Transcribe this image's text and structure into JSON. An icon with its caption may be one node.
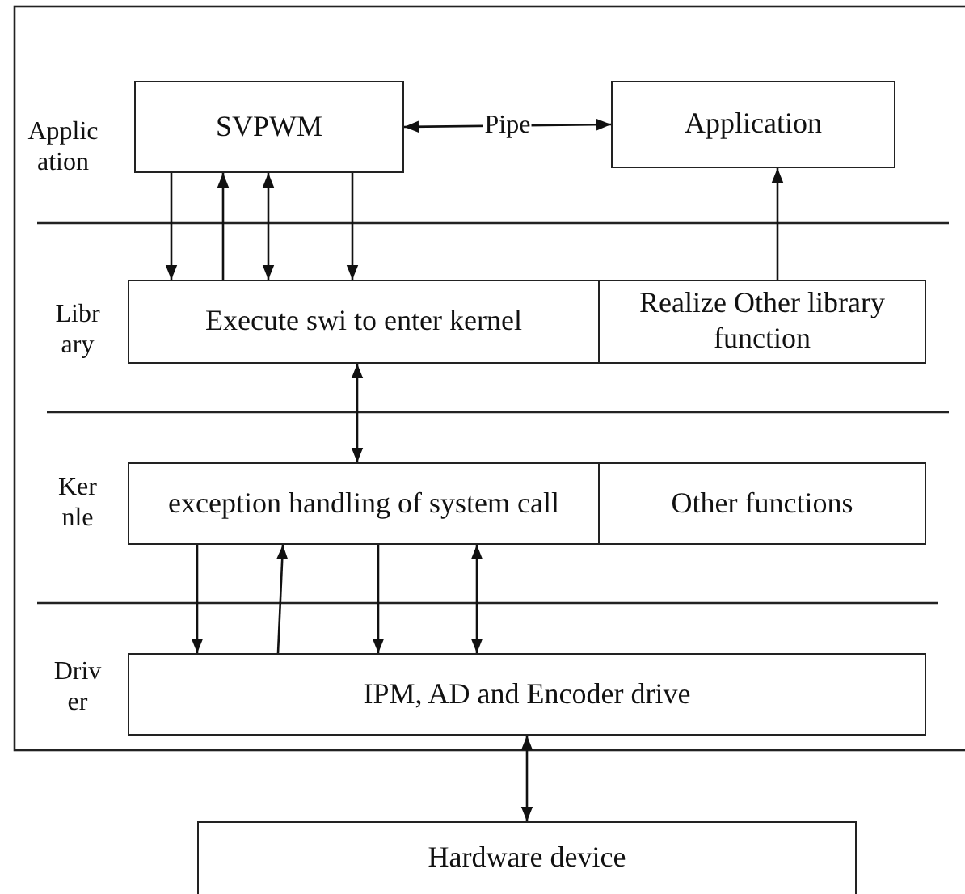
{
  "diagram": {
    "nodes": [
      {
        "text": [
          "SVPWM"
        ]
      },
      {
        "text": [
          "Application"
        ]
      },
      {
        "text": [
          "Execute swi to enter kernel"
        ]
      },
      {
        "text": [
          "Realize Other library function"
        ]
      },
      {
        "text": [
          "exception handling of system call"
        ]
      },
      {
        "text": [
          "Other functions"
        ]
      },
      {
        "text": [
          "IPM, AD and Encoder drive"
        ]
      },
      {
        "text": [
          "Hardware device"
        ]
      }
    ],
    "edges": [
      {
        "from": 0,
        "to": 1,
        "arrow": "both",
        "label": "Pipe"
      },
      {
        "from": 0,
        "to": 2,
        "arrow": "to"
      },
      {
        "from": 2,
        "to": 0,
        "arrow": "to"
      },
      {
        "from": 0,
        "to": 2,
        "arrow": "both"
      },
      {
        "from": 0,
        "to": 2,
        "arrow": "to"
      },
      {
        "from": 3,
        "to": 1,
        "arrow": "to"
      },
      {
        "from": 2,
        "to": 4,
        "arrow": "both"
      },
      {
        "from": 4,
        "to": 6,
        "arrow": "to"
      },
      {
        "from": 6,
        "to": 4,
        "arrow": "to"
      },
      {
        "from": 4,
        "to": 6,
        "arrow": "to"
      },
      {
        "from": 4,
        "to": 6,
        "arrow": "both"
      },
      {
        "from": 6,
        "to": 7,
        "arrow": "both"
      }
    ],
    "labels": [
      "Applic ation",
      "Libr ary",
      "Ker nle",
      "Driv er"
    ]
  }
}
